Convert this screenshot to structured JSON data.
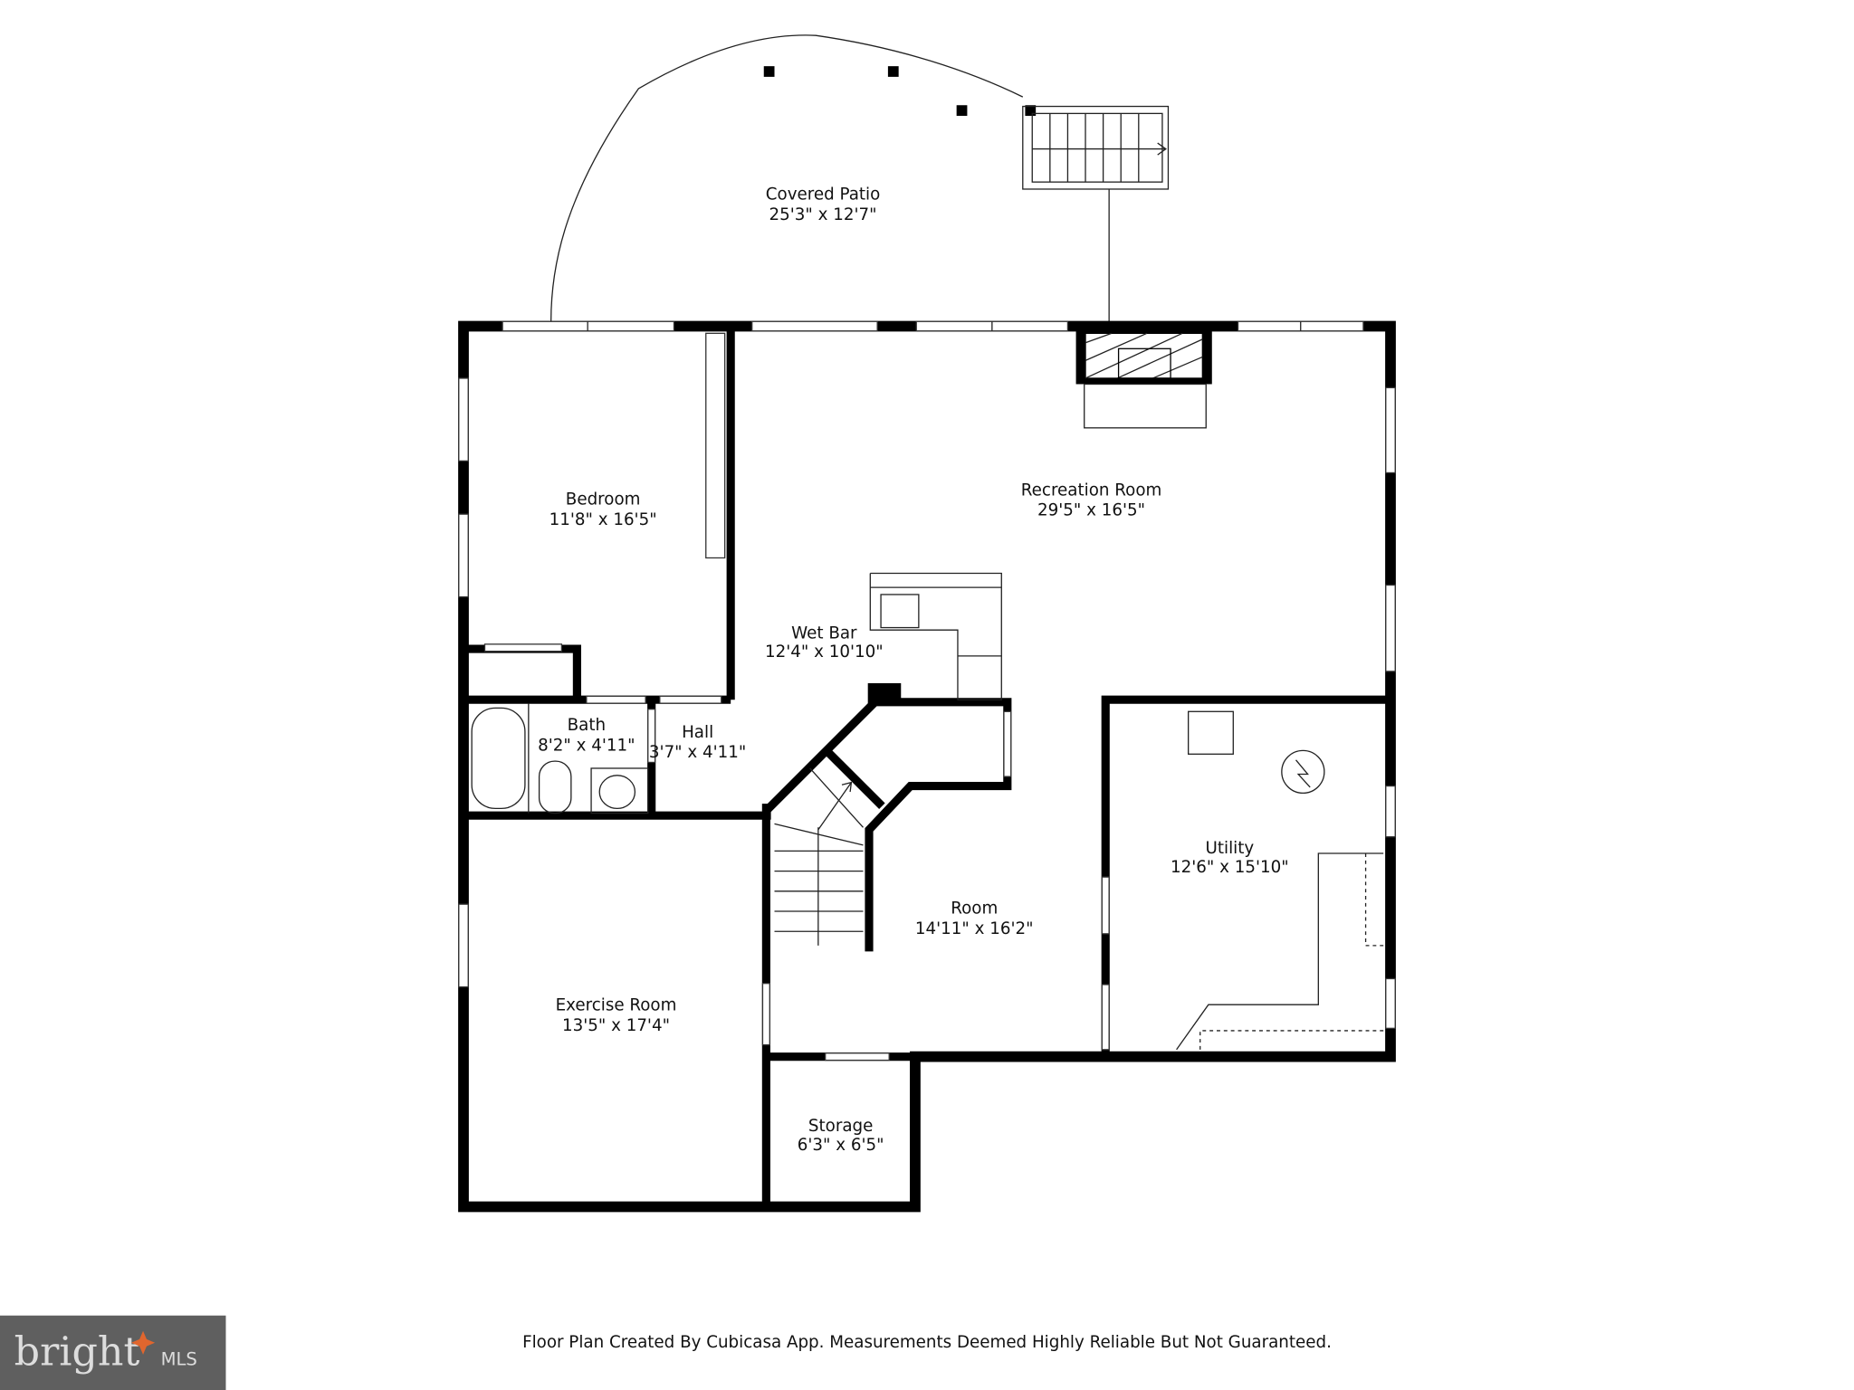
{
  "rooms": [
    {
      "name": "Covered Patio",
      "size": "25'3\" x 12'7\""
    },
    {
      "name": "Bedroom",
      "size": "11'8\" x 16'5\""
    },
    {
      "name": "Recreation Room",
      "size": "29'5\" x 16'5\""
    },
    {
      "name": "Wet Bar",
      "size": "12'4\" x 10'10\""
    },
    {
      "name": "Bath",
      "size": "8'2\" x 4'11\""
    },
    {
      "name": "Hall",
      "size": "3'7\" x 4'11\""
    },
    {
      "name": "Utility",
      "size": "12'6\" x 15'10\""
    },
    {
      "name": "Room",
      "size": "14'11\" x 16'2\""
    },
    {
      "name": "Exercise Room",
      "size": "13'5\" x 17'4\""
    },
    {
      "name": "Storage",
      "size": "6'3\" x 6'5\""
    }
  ],
  "footer": "Floor Plan Created By Cubicasa App. Measurements Deemed Highly Reliable But Not Guaranteed.",
  "logo": {
    "text": "bright MLS",
    "background": "#5f5f5f",
    "accent": "#e0662e"
  }
}
